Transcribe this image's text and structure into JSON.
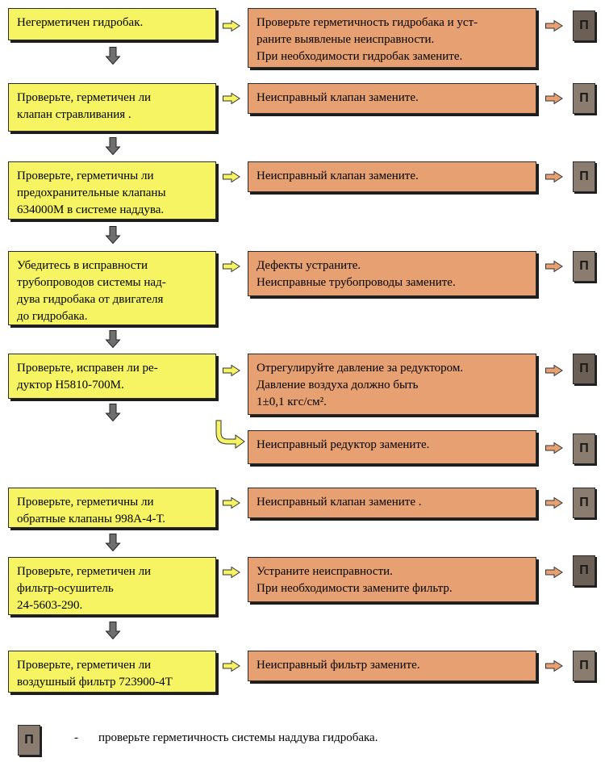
{
  "steps": [
    {
      "check": "Негерметичен гидробак.",
      "actions": [
        "Проверьте герметичность гидробака и уст-\nраните выявленые неисправности.\nПри необходимости гидробак замените."
      ]
    },
    {
      "check": "Проверьте, герметичен ли\nклапан стравливания .",
      "actions": [
        "Неисправный клапан замените."
      ]
    },
    {
      "check": "Проверьте,  герметичны  ли\nпредохранительные клапаны\n634000М в системе наддува.",
      "actions": [
        "Неисправный  клапан  замените."
      ]
    },
    {
      "check": "Убедитесь в исправности\nтрубопроводов системы над-\nдува гидробака от двигателя\nдо гидробака.",
      "actions": [
        "Дефекты устраните.\nНеисправные  трубопроводы замените."
      ]
    },
    {
      "check": "Проверьте,  исправен ли ре-\nдуктор Н5810-700М.",
      "actions": [
        "Отрегулируйте давление за редуктором.\nДавление воздуха должно быть\n  1±0,1 кгс/см².",
        "Неисправный  редуктор замените."
      ]
    },
    {
      "check": "Проверьте, герметичны ли\nобратные клапаны 998А-4-Т.",
      "actions": [
        "Неисправный клапан замените ."
      ]
    },
    {
      "check": "Проверьте, герметичен ли\nфильтр-осушитель\n 24-5603-290.",
      "actions": [
        "Устраните неисправности.\nПри необходимости замените  фильтр."
      ]
    },
    {
      "check": "Проверьте, герметичен ли\nвоздушный фильтр 723900-4Т",
      "actions": [
        "Неисправный фильтр замените."
      ]
    }
  ],
  "p_label": "П",
  "legend": {
    "symbol": "П",
    "dash": "-",
    "text": "проверьте  герметичность системы наддува гидробака."
  },
  "colors": {
    "check_fill": "#f6f463",
    "action_fill": "#e6a072",
    "p_fill": "#8a7c6e",
    "arrow_yellow": "#f6f463",
    "arrow_dark": "#6f6f6f"
  }
}
